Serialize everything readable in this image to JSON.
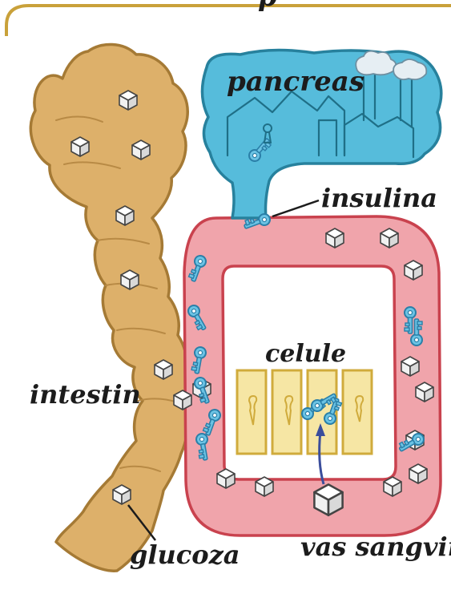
{
  "labels": {
    "header_fragment": "p",
    "pancreas": "pancreas",
    "insulina": "insulina",
    "celule": "celule",
    "intestin": "intestin",
    "glucoza": "glucoza",
    "vas_sangvin": "vas sangvin"
  },
  "colors": {
    "frame_border": "#c9a13a",
    "intestine_fill": "#ddb06a",
    "intestine_stroke": "#a57a35",
    "pancreas_fill": "#56bcdb",
    "pancreas_stroke": "#27819d",
    "vessel_fill": "#f0a4ab",
    "vessel_stroke": "#c9424e",
    "cell_fill": "#f6e6a4",
    "cell_stroke": "#d0ab3c",
    "key_fill": "#6bc3e4",
    "key_stroke": "#2a7fa8",
    "arrow": "#3b4e9c",
    "sugar_fill": "#ffffff",
    "sugar_stroke": "#444444"
  },
  "icons": [
    "sugar-cube-icon",
    "insulin-key-icon",
    "factory-icon",
    "smoke-icon",
    "keyhole-icon"
  ]
}
